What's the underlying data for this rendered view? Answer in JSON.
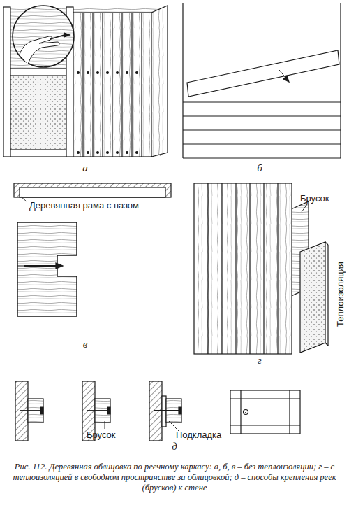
{
  "diagram": {
    "caption": "Рис. 112. Деревянная облицовка по реечному каркасу: а, б, в – без теплоизоляции; г – с теплоизоляцией в свободном пространстве за облицовкой; д – способы крепления реек (брусков) к стене",
    "labels": [
      "а",
      "б",
      "Деревянная рама с пазом",
      "Брусок",
      "Теплоизоляция",
      "в",
      "г",
      "Брусок",
      "Подкладка",
      "д"
    ]
  }
}
